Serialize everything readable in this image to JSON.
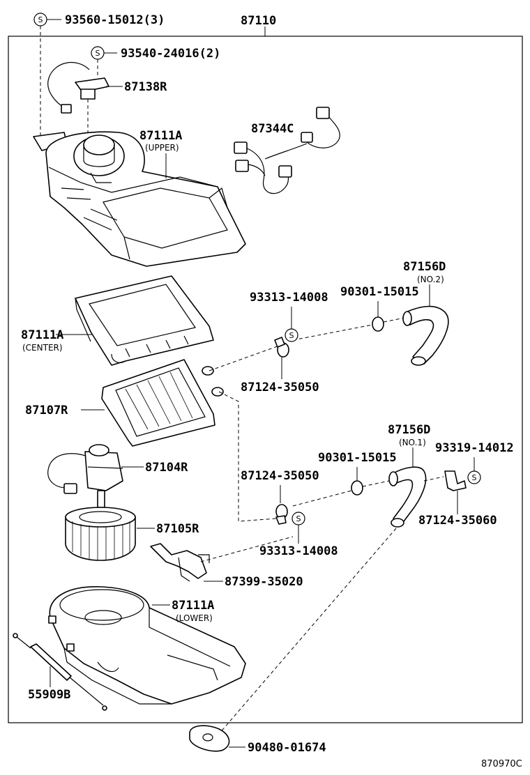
{
  "symbol_letter": "S",
  "parts": {
    "assembly": "87110",
    "screw_93560": "93560-15012",
    "screw_93560_qty": "(3)",
    "screw_93540": "93540-24016",
    "screw_93540_qty": "(2)",
    "servo_87138R": "87138R",
    "case_upper": "87111A",
    "case_upper_note": "(UPPER)",
    "wire_87344C": "87344C",
    "hose_no2": "87156D",
    "hose_no2_note": "(NO.2)",
    "clamp_93313_top": "93313-14008",
    "oring_top": "90301-15015",
    "case_center": "87111A",
    "case_center_note": "(CENTER)",
    "pipe_top": "87124-35050",
    "core_87107R": "87107R",
    "hose_no1": "87156D",
    "hose_no1_note": "(NO.1)",
    "clamp_93319": "93319-14012",
    "oring_bottom": "90301-15015",
    "pipe_bottom": "87124-35050",
    "motor_87104R": "87104R",
    "pipe_87124_35060": "87124-35060",
    "fan_87105R": "87105R",
    "clamp_93313_bottom": "93313-14008",
    "bracket_87399": "87399-35020",
    "case_lower": "87111A",
    "case_lower_note": "(LOWER)",
    "cable_55909B": "55909B",
    "grommet_90480": "90480-01674"
  },
  "diagram_code": "870970C"
}
